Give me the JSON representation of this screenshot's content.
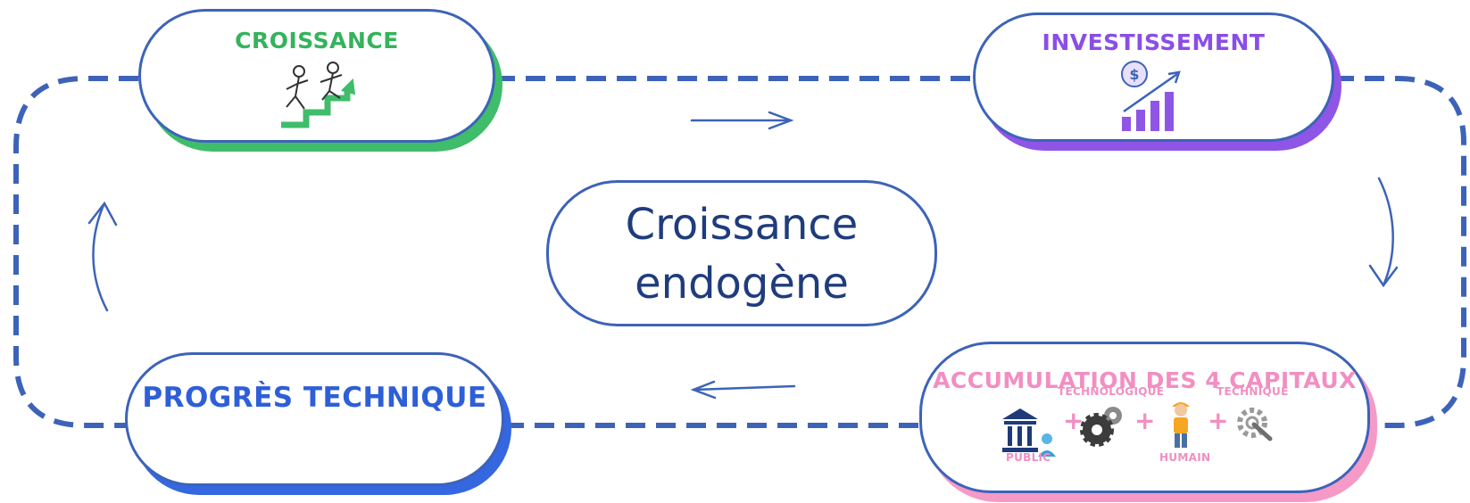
{
  "nodes": {
    "croissance": {
      "title": "CROISSANCE",
      "color": "#34b35c",
      "shadow": "#3fbd6a",
      "icon": "running-upstairs-icon"
    },
    "investissement": {
      "title": "INVESTISSEMENT",
      "color": "#8a4ee6",
      "shadow": "#8f55e6",
      "icon": "rising-bar-chart-dollar-icon"
    },
    "progres": {
      "title": "PROGRÈS TECHNIQUE",
      "color": "#2e5fd8",
      "shadow": "#3467e0"
    },
    "accumulation": {
      "title": "ACCUMULATION DES 4 CAPITAUX",
      "color": "#f28ec2",
      "shadow": "#f59ac7",
      "capitals": [
        {
          "label": "PUBLIC",
          "icon": "public-building-worker-icon"
        },
        {
          "label": "TECHNOLOGIQUE",
          "icon": "gears-icon"
        },
        {
          "label": "HUMAIN",
          "icon": "worker-icon"
        },
        {
          "label": "TECHNIQUE",
          "icon": "wrench-gear-icon"
        }
      ],
      "plus": "+"
    }
  },
  "center": {
    "line1": "Croissance",
    "line2": "endogène"
  },
  "colors": {
    "outline": "#3d63b8",
    "dashed_loop": "#3d63b8",
    "arrows": "#3d63b8",
    "center_text": "#1f3c7d"
  }
}
